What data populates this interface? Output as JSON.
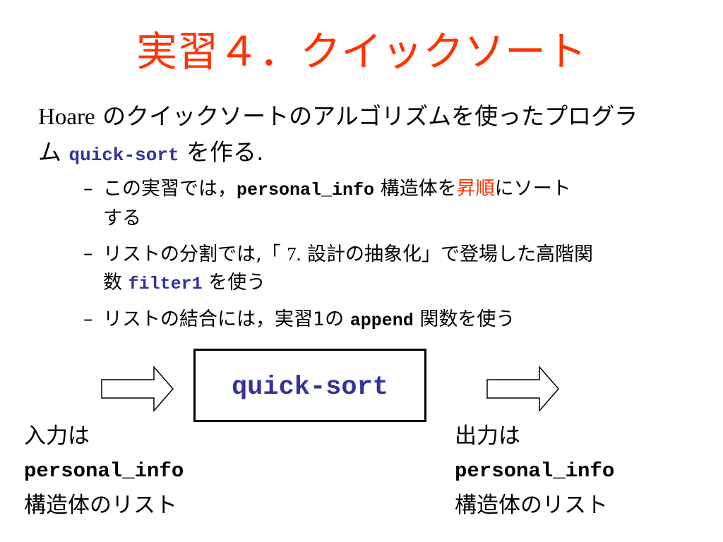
{
  "title": "実習４．クイックソート",
  "intro": {
    "hoare": "Hoare",
    "text_after_hoare": " のクイックソートのアルゴリズムを使ったプログラ",
    "line2_prefix": "ム ",
    "code": "quick-sort",
    "line2_suffix": " を作る."
  },
  "bullets": [
    {
      "dash": "–",
      "pre": "この実習では，",
      "code": "personal_info",
      "mid": " 構造体を",
      "highlight": "昇順",
      "post": "にソート",
      "line2": "する"
    },
    {
      "dash": "–",
      "pre": "リストの分割では,「 ",
      "num": "7.",
      "mid": " 設計の抽象化」で登場した高階関",
      "line2_pre": "数 ",
      "code": "filter1",
      "post": " を使う"
    },
    {
      "dash": "–",
      "pre": "リストの結合には，実習1の ",
      "code": "append",
      "post": " 関数を使う"
    }
  ],
  "box_label": "quick-sort",
  "input": {
    "line1": "入力は",
    "code": "personal_info",
    "line3": "構造体のリスト"
  },
  "output": {
    "line1": "出力は",
    "code": "personal_info",
    "line3": "構造体のリスト"
  },
  "colors": {
    "title": "#ff3300",
    "code_blue": "#333399",
    "highlight": "#ff3300"
  }
}
